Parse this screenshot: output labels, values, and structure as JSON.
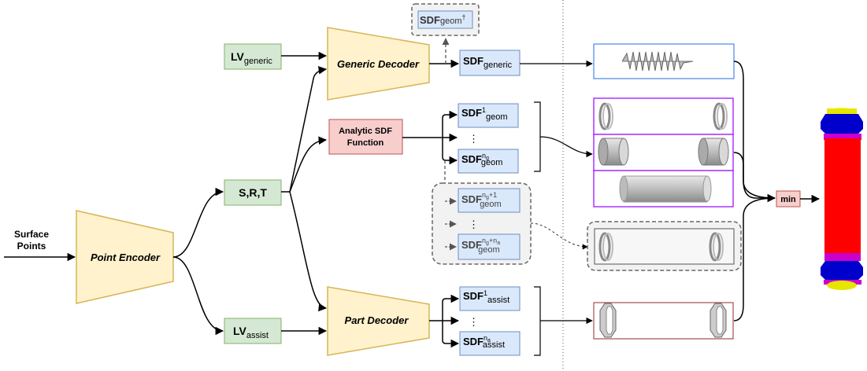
{
  "input": {
    "line1": "Surface",
    "line2": "Points"
  },
  "encoder": {
    "label": "Point Encoder"
  },
  "latent": {
    "generic": {
      "base": "LV",
      "sub": "generic"
    },
    "srt": "S,R,T",
    "assist": {
      "base": "LV",
      "sub": "assist"
    }
  },
  "generic_decoder": {
    "label": "Generic Decoder"
  },
  "part_decoder": {
    "label": "Part Decoder"
  },
  "analytic": {
    "line1": "Analytic SDF",
    "line2": "Function"
  },
  "sdf": {
    "base": "SDF",
    "geom_dagger": {
      "sub": "geom",
      "sup": "†"
    },
    "generic": {
      "sub": "generic"
    },
    "geom": {
      "sub": "geom",
      "sup_first": "1",
      "sup_last": "n",
      "sup_last_sub": "g"
    },
    "assist_geom": {
      "sub": "geom",
      "sup_first": "n",
      "sup_first_sub": "g",
      "sup_first_suffix": "+1",
      "sup_last": "n",
      "sup_last_sub": "g",
      "sup_last_plus": "+n",
      "sup_last_plus_sub": "a"
    },
    "assist": {
      "sub": "assist",
      "sup_first": "1",
      "sup_last": "n",
      "sup_last_sub": "a"
    },
    "ellipsis": "⋮"
  },
  "min_label": "min",
  "colors": {
    "green_fill": "#d5e8d4",
    "green_stroke": "#82b366",
    "blue_fill": "#dae8fc",
    "blue_stroke": "#6c8ebf",
    "red_fill": "#f8cecc",
    "red_stroke": "#b85450",
    "trap_fill": "#fff2cc",
    "trap_stroke": "#d6b656",
    "panel_blue": "#4a86e8",
    "panel_purple": "#9900ff",
    "panel_red": "#a64d4d"
  }
}
